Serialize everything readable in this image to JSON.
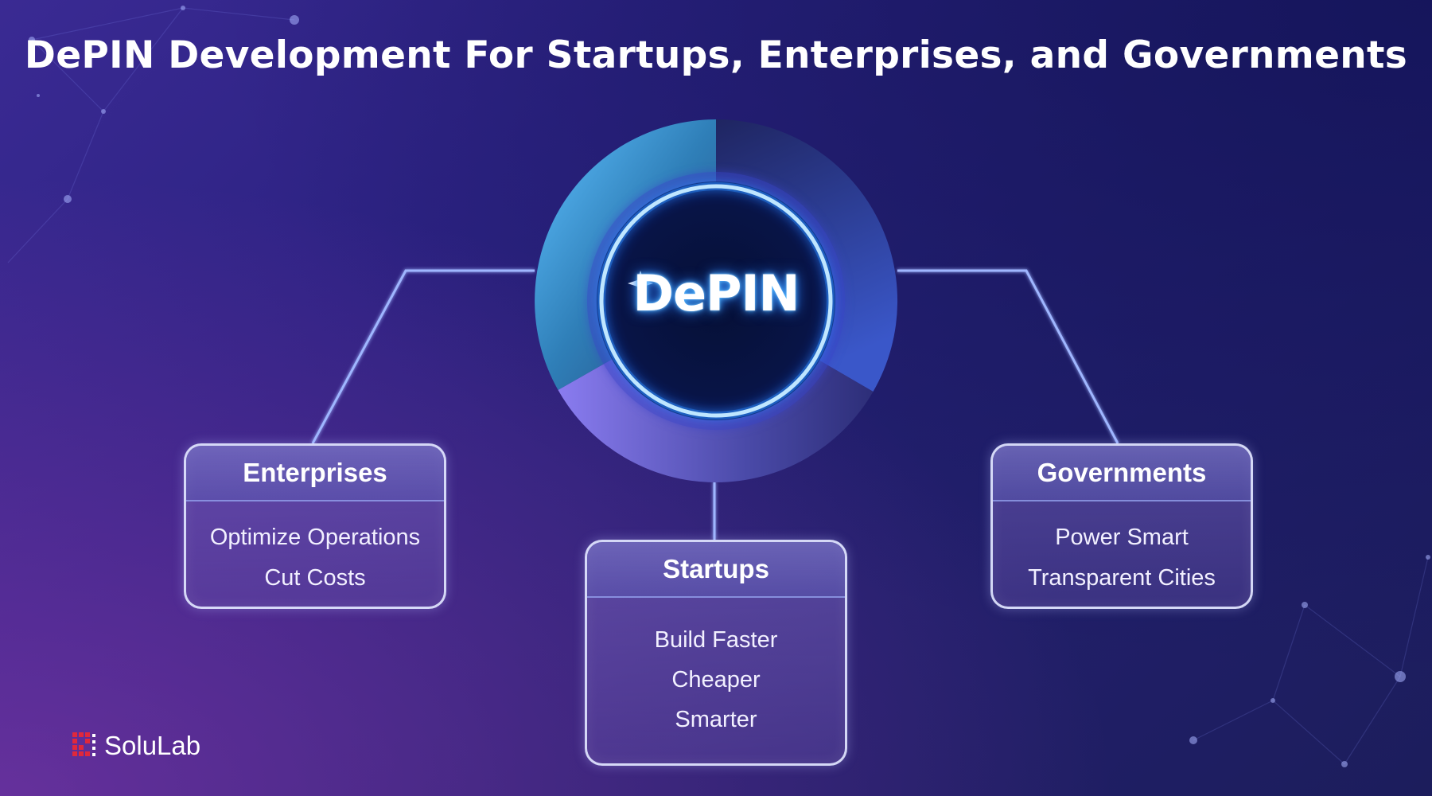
{
  "title": "DePIN Development For Startups, Enterprises, and Governments",
  "hub": {
    "label": "DePIN"
  },
  "cards": {
    "enterprises": {
      "title": "Enterprises",
      "items": [
        "Optimize Operations",
        "Cut Costs"
      ]
    },
    "startups": {
      "title": "Startups",
      "items": [
        "Build Faster",
        "Cheaper",
        "Smarter"
      ]
    },
    "governments": {
      "title": "Governments",
      "items": [
        "Power Smart",
        "Transparent Cities"
      ]
    }
  },
  "brand": {
    "name": "SoluLab",
    "logo_icon": "solulab-logo-icon"
  },
  "colors": {
    "background": "#2c2282",
    "ring_accent": "#4fb9ff",
    "card_border": "#e1e6ff",
    "logo_red": "#e0283c"
  }
}
